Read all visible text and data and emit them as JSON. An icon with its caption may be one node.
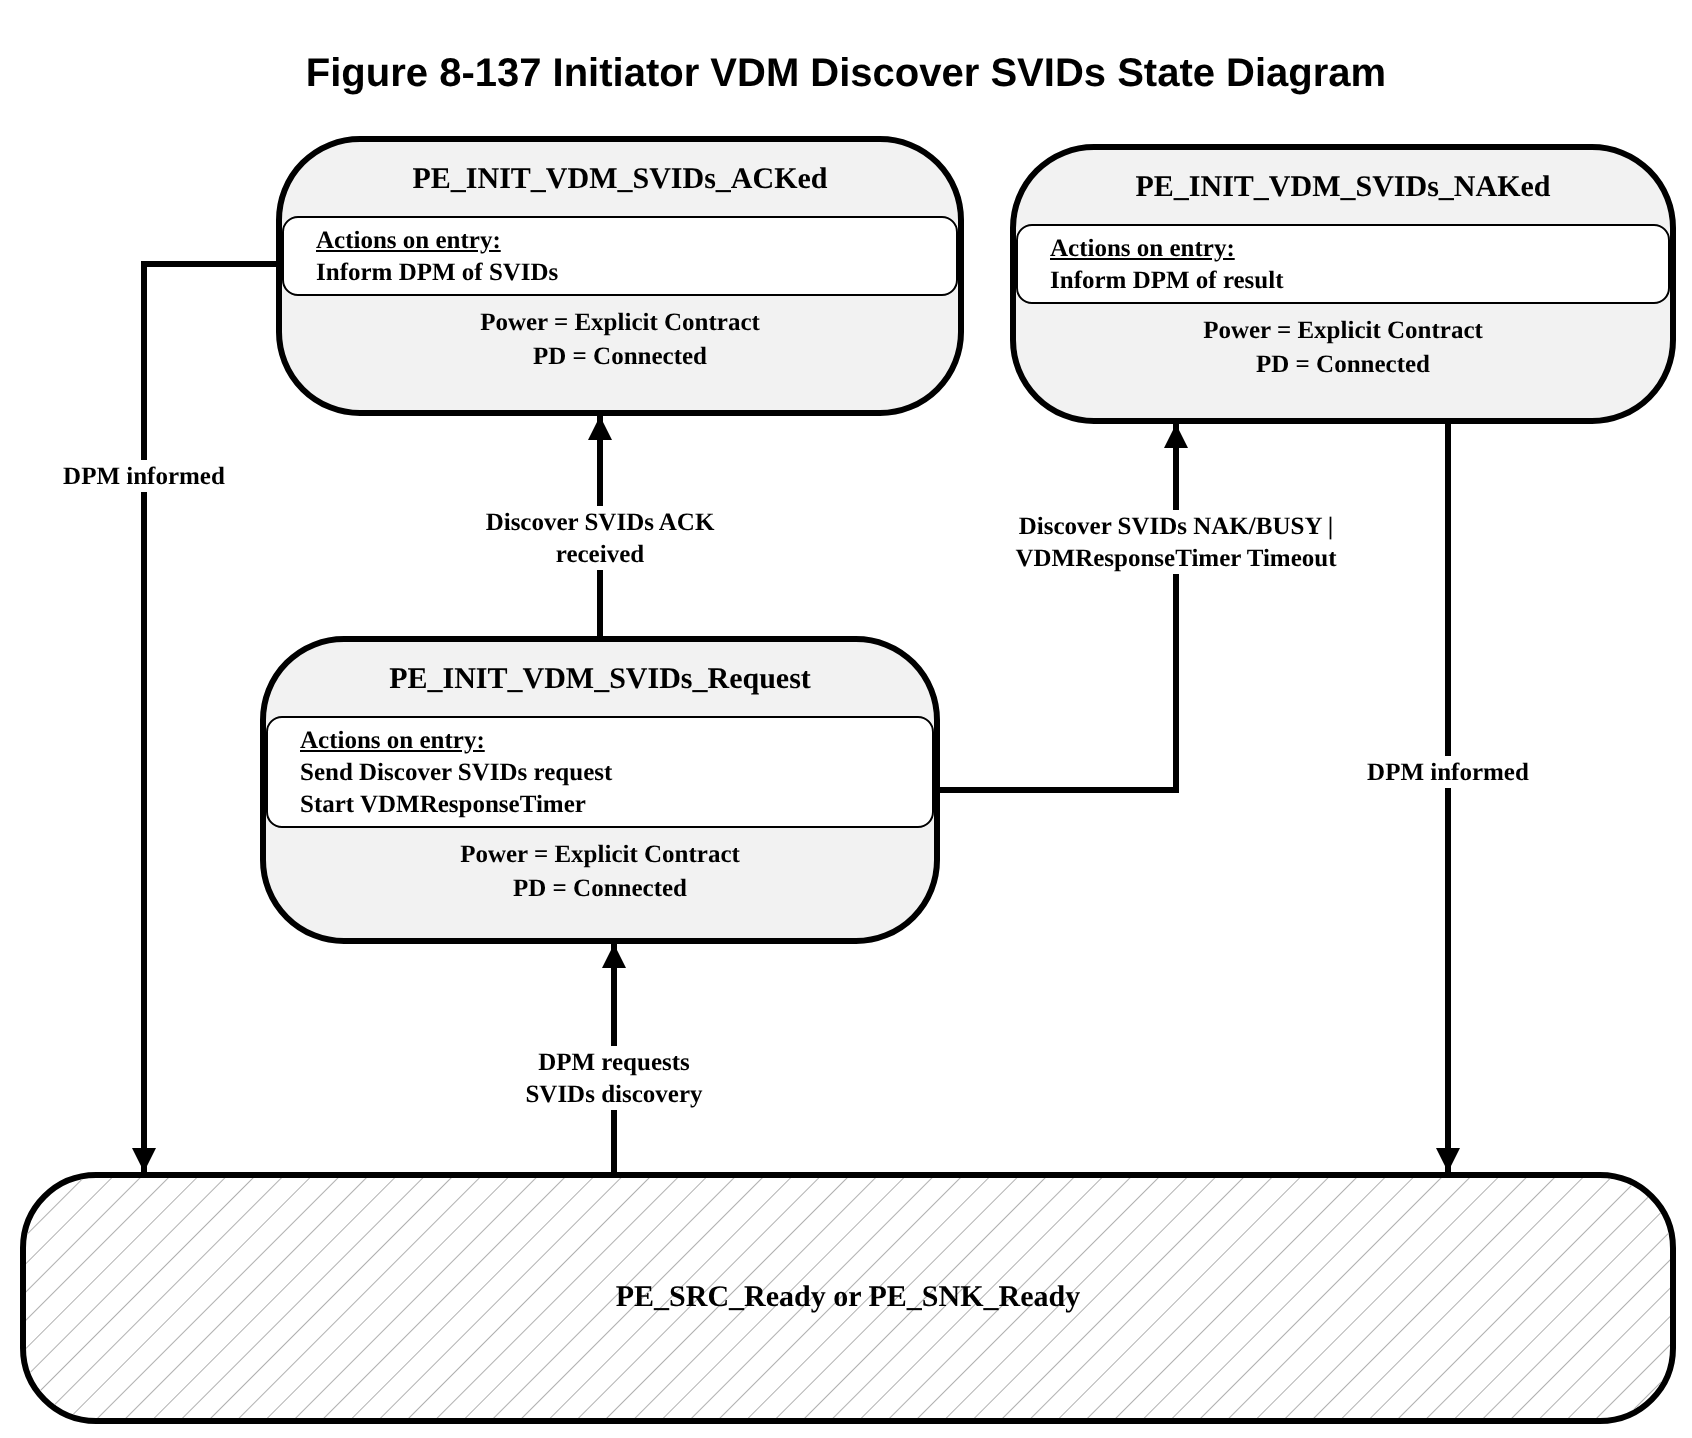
{
  "diagram": {
    "title": "Figure 8-137 Initiator VDM Discover SVIDs State Diagram",
    "nodes": [
      {
        "text": [
          "PE_INIT_VDM_SVIDs_ACKed",
          "Actions on entry:",
          "Inform DPM of SVIDs",
          "Power = Explicit Contract",
          "PD = Connected"
        ]
      },
      {
        "text": [
          "PE_INIT_VDM_SVIDs_NAKed",
          "Actions on entry:",
          "Inform DPM of result",
          "Power = Explicit Contract",
          "PD = Connected"
        ]
      },
      {
        "text": [
          "PE_INIT_VDM_SVIDs_Request",
          "Actions on entry:",
          "Send Discover SVIDs request",
          "Start VDMResponseTimer",
          "Power = Explicit Contract",
          "PD = Connected"
        ]
      },
      {
        "text": [
          "PE_SRC_Ready or PE_SNK_Ready"
        ]
      }
    ],
    "edges": [
      {
        "from": 2,
        "to": 0,
        "arrow": "to",
        "label": "Discover SVIDs ACK received"
      },
      {
        "from": 2,
        "to": 1,
        "arrow": "to",
        "label": "Discover SVIDs NAK/BUSY | VDMResponseTimer Timeout"
      },
      {
        "from": 0,
        "to": 3,
        "arrow": "to",
        "label": "DPM informed"
      },
      {
        "from": 1,
        "to": 3,
        "arrow": "to",
        "label": "DPM informed"
      },
      {
        "from": 3,
        "to": 2,
        "arrow": "to",
        "label": "DPM requests SVIDs discovery"
      }
    ]
  }
}
